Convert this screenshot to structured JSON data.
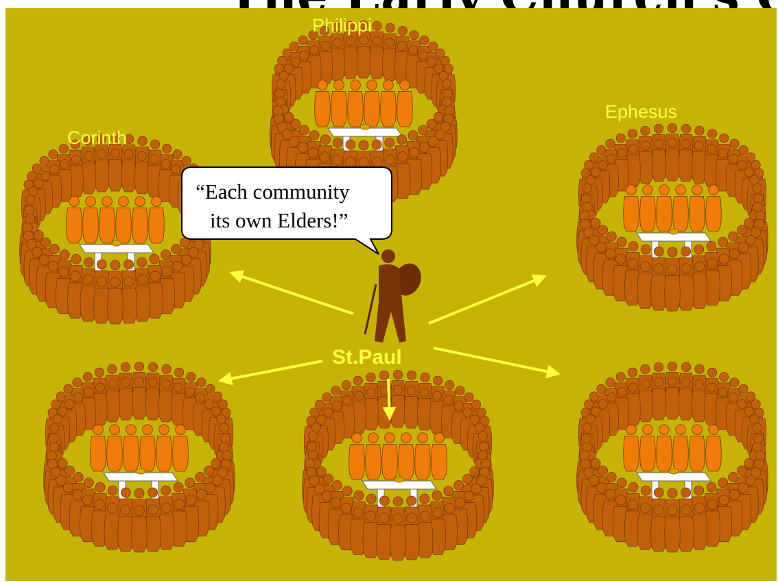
{
  "title": "The Early Church's Organizing",
  "speech_bubble": {
    "line1": "“Each community",
    "line2": "its own Elders!”"
  },
  "apostle_label": "St.Paul",
  "communities": [
    {
      "id": "corinth",
      "label": "Corinth"
    },
    {
      "id": "philippi",
      "label": "Philippi"
    },
    {
      "id": "ephesus",
      "label": "Ephesus"
    },
    {
      "id": "lower-left",
      "label": ""
    },
    {
      "id": "lower-center",
      "label": ""
    },
    {
      "id": "lower-right",
      "label": ""
    }
  ],
  "colors": {
    "background": "#c6b306",
    "label_yellow": "#ffff3c",
    "arrow_yellow": "#ffff3c",
    "outer_ring": "#c0600b",
    "elders": "#f07d0a",
    "table": "#ffffff",
    "paul": "#7a3208"
  }
}
